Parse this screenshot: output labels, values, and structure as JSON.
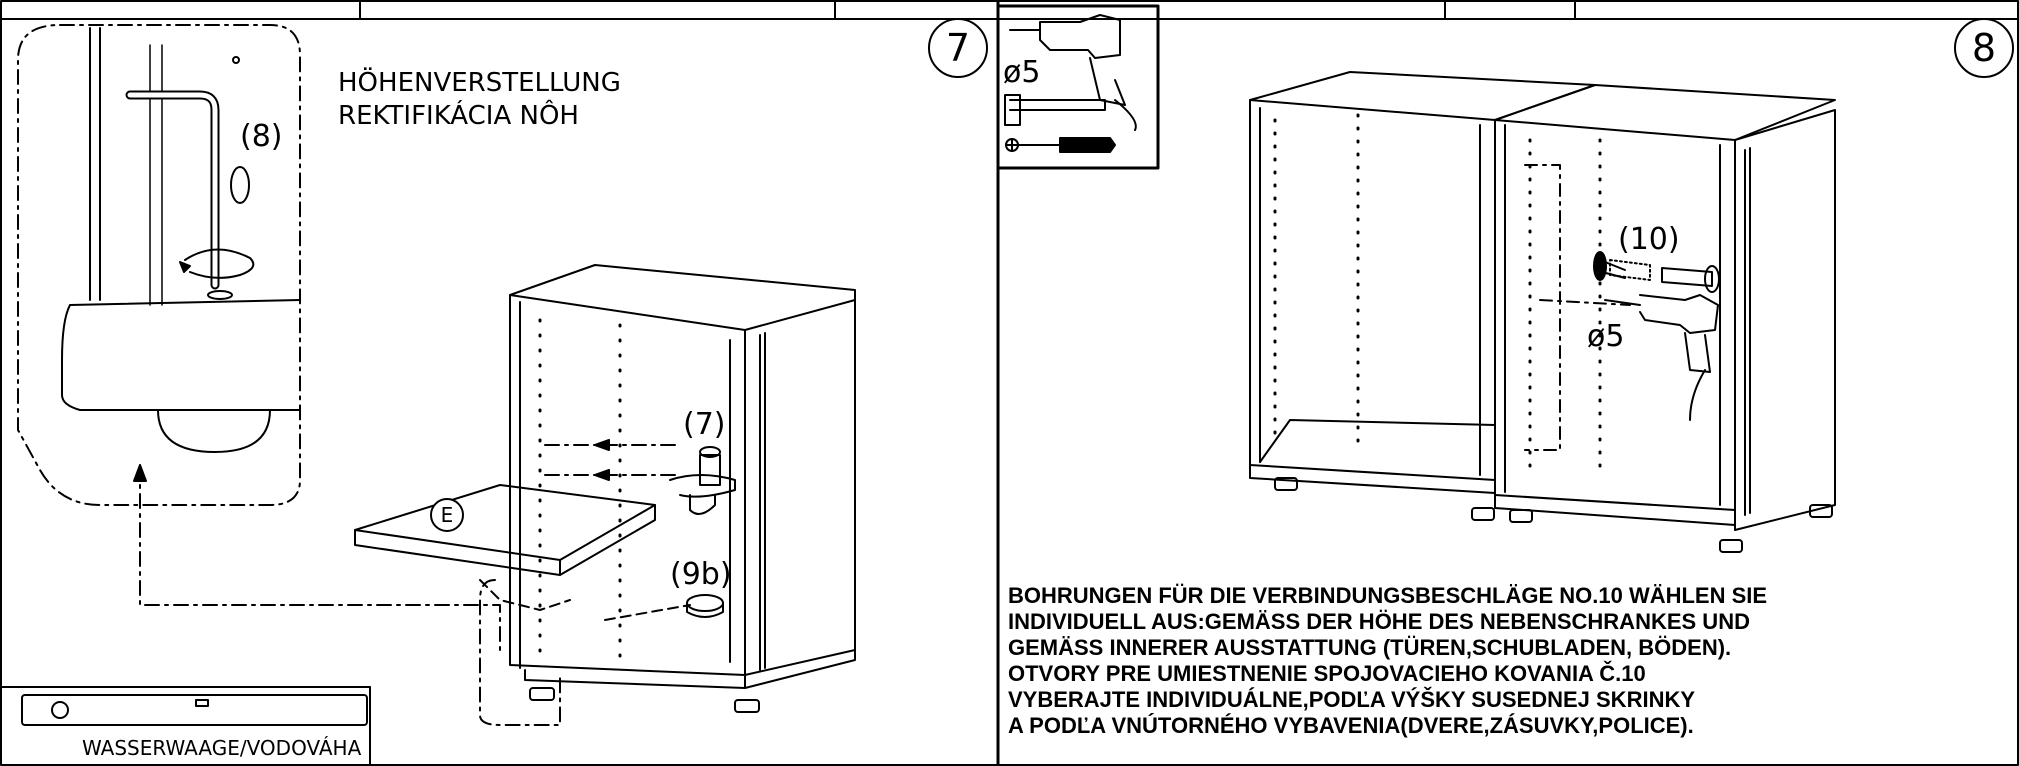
{
  "step7": {
    "number": "7",
    "title_de": "HÖHENVERSTELLUNG",
    "title_sk": "REKTIFIKÁCIA NÔH",
    "callout_leveler": "(8)",
    "callout_pin": "(7)",
    "callout_cap": "(9b)",
    "shelf_label": "E",
    "level_tool_label": "WASSERWAAGE/VODOVÁHA"
  },
  "step8": {
    "number": "8",
    "tools_drill_size": "ø5",
    "callout_connector": "(10)",
    "drill_size": "ø5",
    "instructions": [
      "BOHRUNGEN FÜR DIE VERBINDUNGSBESCHLÄGE NO.10 WÄHLEN SIE",
      "INDIVIDUELL AUS:GEMÄSS DER HÖHE DES NEBENSCHRANKES UND",
      "GEMÄSS INNERER AUSSTATTUNG (TÜREN,SCHUBLADEN, BÖDEN).",
      "OTVORY PRE UMIESTNENIE SPOJOVACIEHO KOVANIA Č.10",
      "VYBERAJTE INDIVIDUÁLNE,PODĽA VÝŠKY SUSEDNEJ SKRINKY",
      "A PODĽA VNÚTORNÉHO VYBAVENIA(DVERE,ZÁSUVKY,POLICE)."
    ]
  }
}
